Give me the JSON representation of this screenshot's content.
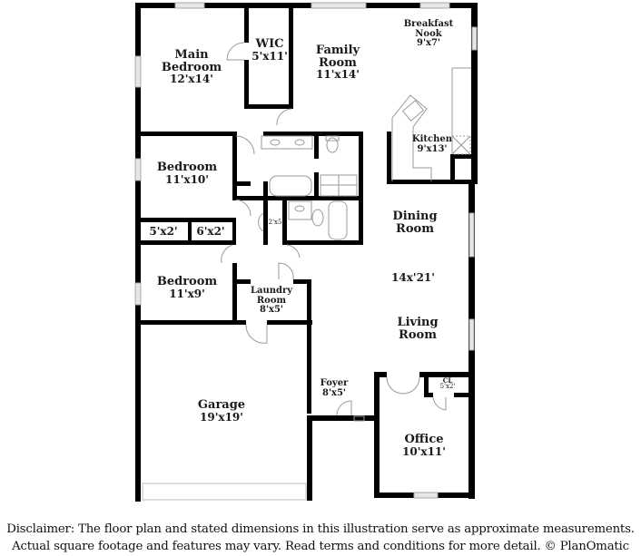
{
  "floor_plan": {
    "colors": {
      "wall": "#000000",
      "window": "#c8c8c8",
      "fixture": "#999999",
      "background": "#ffffff"
    },
    "rooms": [
      {
        "id": "main-bedroom",
        "name_lines": [
          "Main",
          "Bedroom"
        ],
        "dimensions": "12'x14'"
      },
      {
        "id": "wic",
        "name_lines": [
          "WIC"
        ],
        "dimensions": "5'x11'"
      },
      {
        "id": "family-room",
        "name_lines": [
          "Family",
          "Room"
        ],
        "dimensions": "11'x14'"
      },
      {
        "id": "breakfast-nook",
        "name_lines": [
          "Breakfast",
          "Nook"
        ],
        "dimensions": "9'x7'"
      },
      {
        "id": "kitchen",
        "name_lines": [
          "Kitchen"
        ],
        "dimensions": "9'x13'"
      },
      {
        "id": "bedroom-2",
        "name_lines": [
          "Bedroom"
        ],
        "dimensions": "11'x10'"
      },
      {
        "id": "closet-a",
        "name_lines": [],
        "dimensions": "5'x2'"
      },
      {
        "id": "closet-b",
        "name_lines": [],
        "dimensions": "6'x2'"
      },
      {
        "id": "linen-closet",
        "name_lines": [],
        "dimensions": "2'x5'"
      },
      {
        "id": "dining-room",
        "name_lines": [
          "Dining",
          "Room"
        ],
        "dimensions": ""
      },
      {
        "id": "dining-living-dims",
        "name_lines": [],
        "dimensions": "14x'21'"
      },
      {
        "id": "living-room",
        "name_lines": [
          "Living",
          "Room"
        ],
        "dimensions": ""
      },
      {
        "id": "bedroom-3",
        "name_lines": [
          "Bedroom"
        ],
        "dimensions": "11'x9'"
      },
      {
        "id": "laundry-room",
        "name_lines": [
          "Laundry",
          "Room"
        ],
        "dimensions": "8'x5'"
      },
      {
        "id": "garage",
        "name_lines": [
          "Garage"
        ],
        "dimensions": "19'x19'"
      },
      {
        "id": "foyer",
        "name_lines": [
          "Foyer"
        ],
        "dimensions": "8'x5'"
      },
      {
        "id": "office-closet",
        "name_lines": [
          "CL"
        ],
        "dimensions": "5'x2'"
      },
      {
        "id": "office",
        "name_lines": [
          "Office"
        ],
        "dimensions": "10'x11'"
      }
    ]
  },
  "disclaimer": {
    "line1": "Disclaimer: The floor plan and stated dimensions in this illustration serve as approximate measurements.",
    "line2": "Actual square footage and features may vary. Read terms and conditions for more detail. © PlanOmatic"
  }
}
